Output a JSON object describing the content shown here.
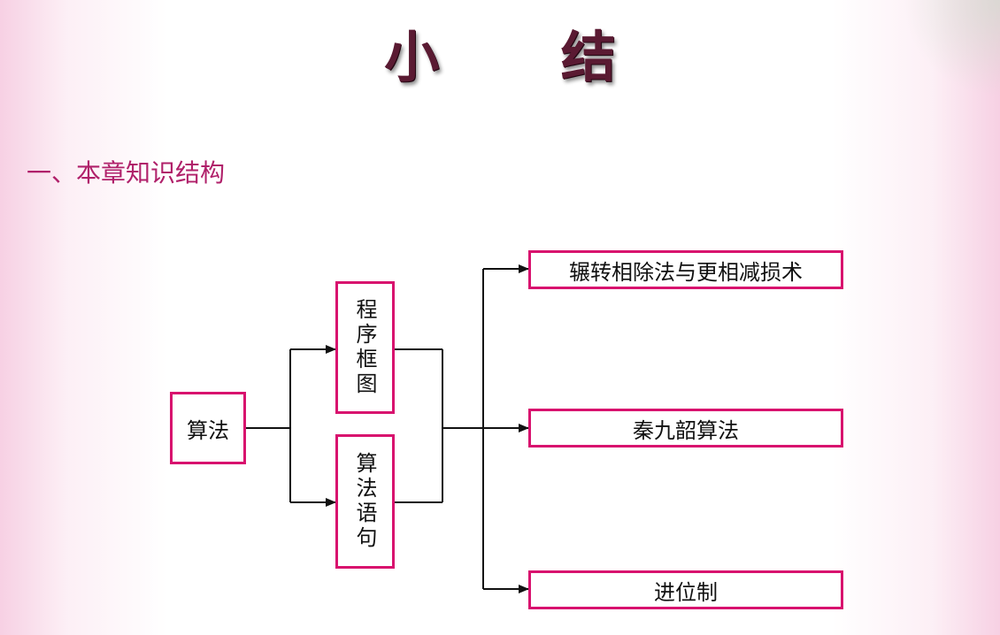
{
  "title": "小 结",
  "section_heading": "一、本章知识结构",
  "diagram": {
    "root": "算法",
    "middle": [
      "程序框图",
      "算法语句"
    ],
    "outcomes": [
      "辗转相除法与更相减损术",
      "秦九韶算法",
      "进位制"
    ]
  },
  "colors": {
    "box_border": "#d8126e",
    "heading": "#b0206a",
    "title": "#5a1a32",
    "lines": "#111111"
  }
}
